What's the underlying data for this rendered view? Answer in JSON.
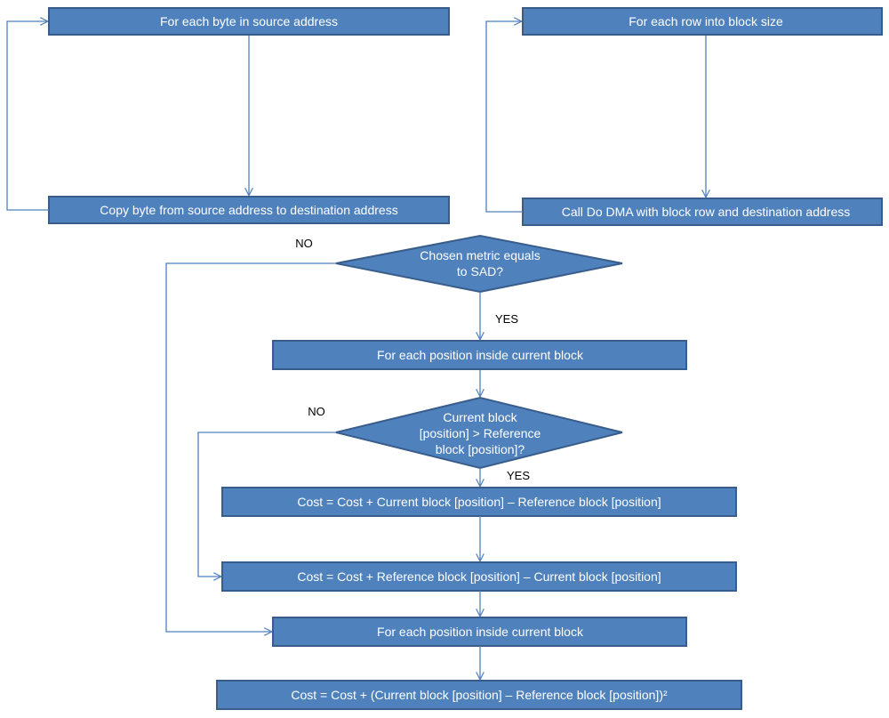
{
  "colors": {
    "box_fill": "#4f81bd",
    "box_border": "#385d8a",
    "connector": "#4f81bd",
    "text": "#ffffff"
  },
  "flow1": {
    "loop": "For each byte in source address",
    "action": "Copy byte from source address to destination address"
  },
  "flow2": {
    "loop": "For each row into block size",
    "action": "Call Do DMA with block row  and destination address"
  },
  "flow3": {
    "decision_metric": [
      "Chosen metric equals",
      "to SAD?"
    ],
    "no_1": "NO",
    "yes_1": "YES",
    "loop_sad": "For each position inside current block",
    "decision_compare": [
      "Current block",
      "[position] > Reference",
      "block [position]?"
    ],
    "no_2": "NO",
    "yes_2": "YES",
    "cost_yes": "Cost = Cost + Current block [position] – Reference block [position]",
    "cost_no": "Cost = Cost + Reference block [position] – Current block [position]",
    "loop_ssd": "For each position inside current block",
    "cost_ssd": "Cost = Cost + (Current block [position] – Reference block [position])²"
  }
}
